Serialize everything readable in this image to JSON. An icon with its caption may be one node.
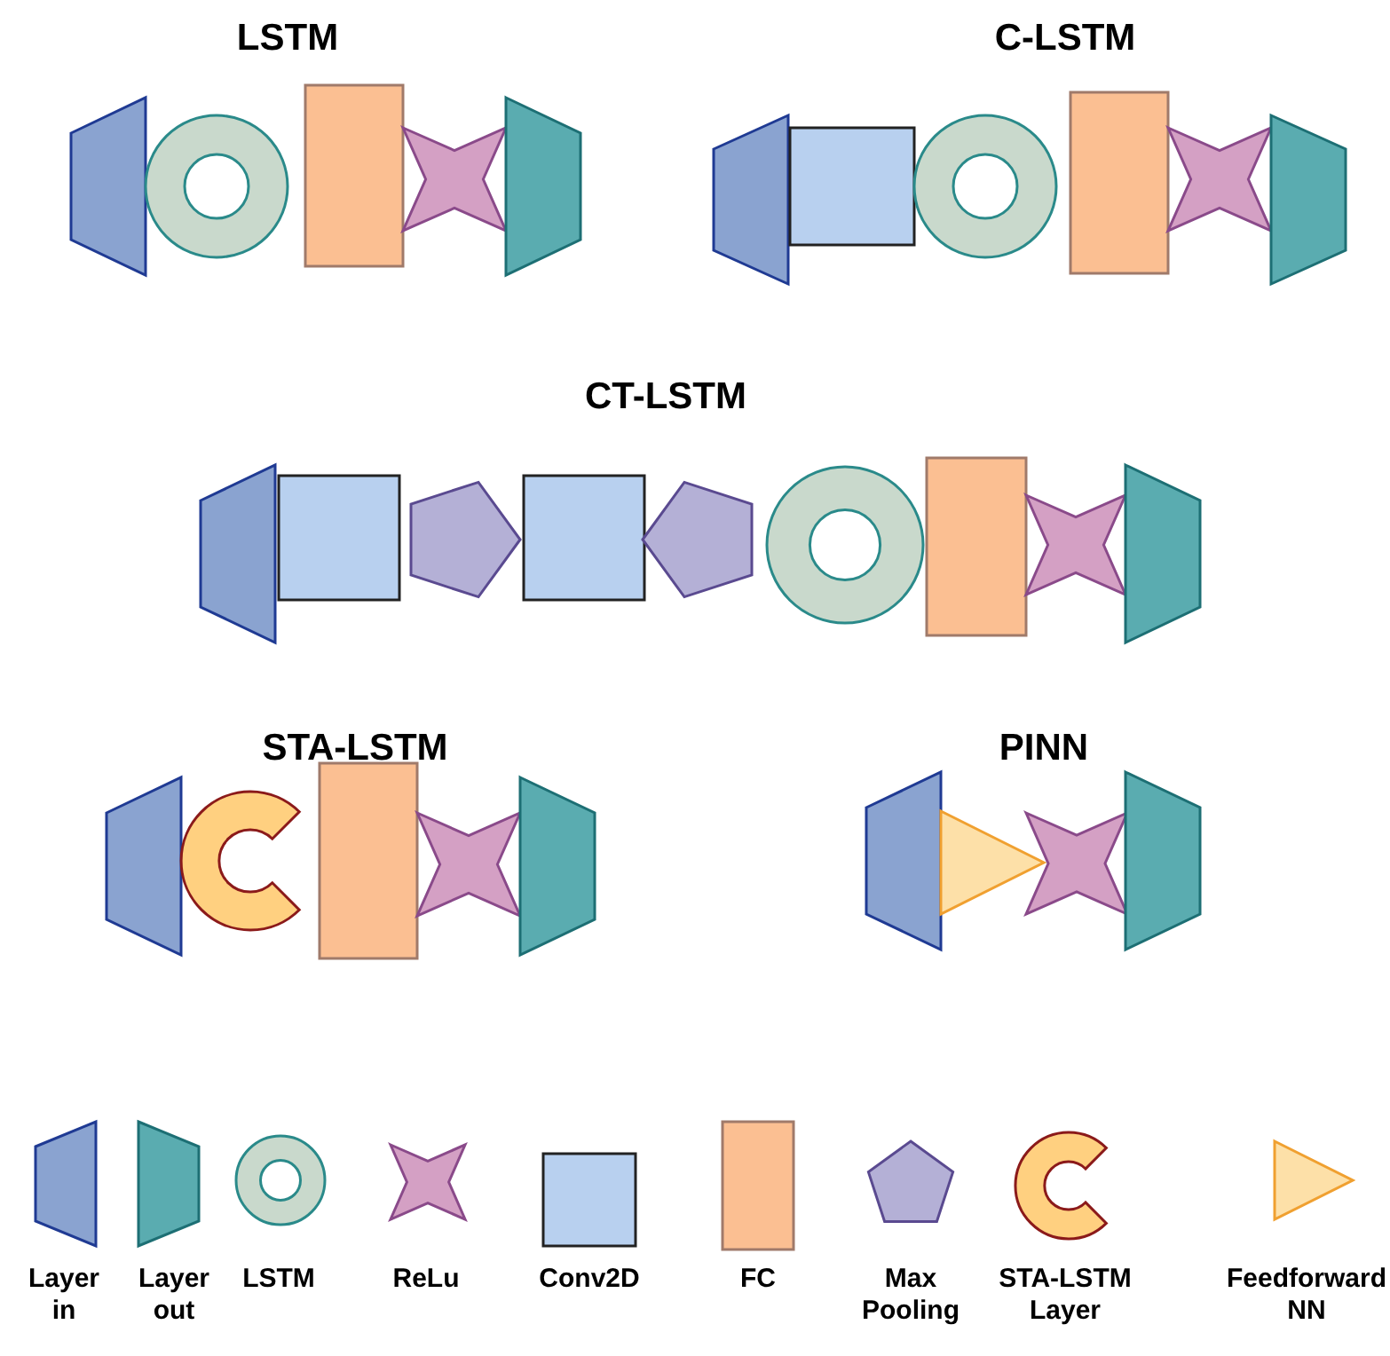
{
  "diagram": {
    "nodes": [
      {
        "text": [],
        "shape": "trapezoid"
      },
      {
        "text": [],
        "shape": "ring"
      },
      {
        "text": [],
        "shape": "box"
      },
      {
        "text": [],
        "shape": "star"
      },
      {
        "text": [],
        "shape": "trapezoid"
      },
      {
        "text": [],
        "shape": "trapezoid"
      },
      {
        "text": [],
        "shape": "box"
      },
      {
        "text": [],
        "shape": "ring"
      },
      {
        "text": [],
        "shape": "box"
      },
      {
        "text": [],
        "shape": "star"
      },
      {
        "text": [],
        "shape": "trapezoid"
      },
      {
        "text": [],
        "shape": "trapezoid"
      },
      {
        "text": [],
        "shape": "box"
      },
      {
        "text": [],
        "shape": "pentagon"
      },
      {
        "text": [],
        "shape": "box"
      },
      {
        "text": [],
        "shape": "pentagon"
      },
      {
        "text": [],
        "shape": "ring"
      },
      {
        "text": [],
        "shape": "box"
      },
      {
        "text": [],
        "shape": "star"
      },
      {
        "text": [],
        "shape": "trapezoid"
      },
      {
        "text": [],
        "shape": "trapezoid"
      },
      {
        "text": [],
        "shape": "arc"
      },
      {
        "text": [],
        "shape": "box"
      },
      {
        "text": [],
        "shape": "star"
      },
      {
        "text": [],
        "shape": "trapezoid"
      },
      {
        "text": [],
        "shape": "trapezoid"
      },
      {
        "text": [],
        "shape": "triangle"
      },
      {
        "text": [],
        "shape": "star"
      },
      {
        "text": [],
        "shape": "trapezoid"
      }
    ],
    "labels": [
      "LSTM",
      "C-LSTM",
      "CT-LSTM",
      "STA-LSTM",
      "PINN"
    ],
    "legend": [
      {
        "text": "Layer in"
      },
      {
        "text": "Layer out"
      },
      {
        "text": "LSTM"
      },
      {
        "text": "ReLu"
      },
      {
        "text": "Conv2D"
      },
      {
        "text": "FC"
      },
      {
        "text": "Max Pooling"
      },
      {
        "text": "STA-LSTM Layer"
      },
      {
        "text": "Feedforward NN"
      }
    ]
  }
}
